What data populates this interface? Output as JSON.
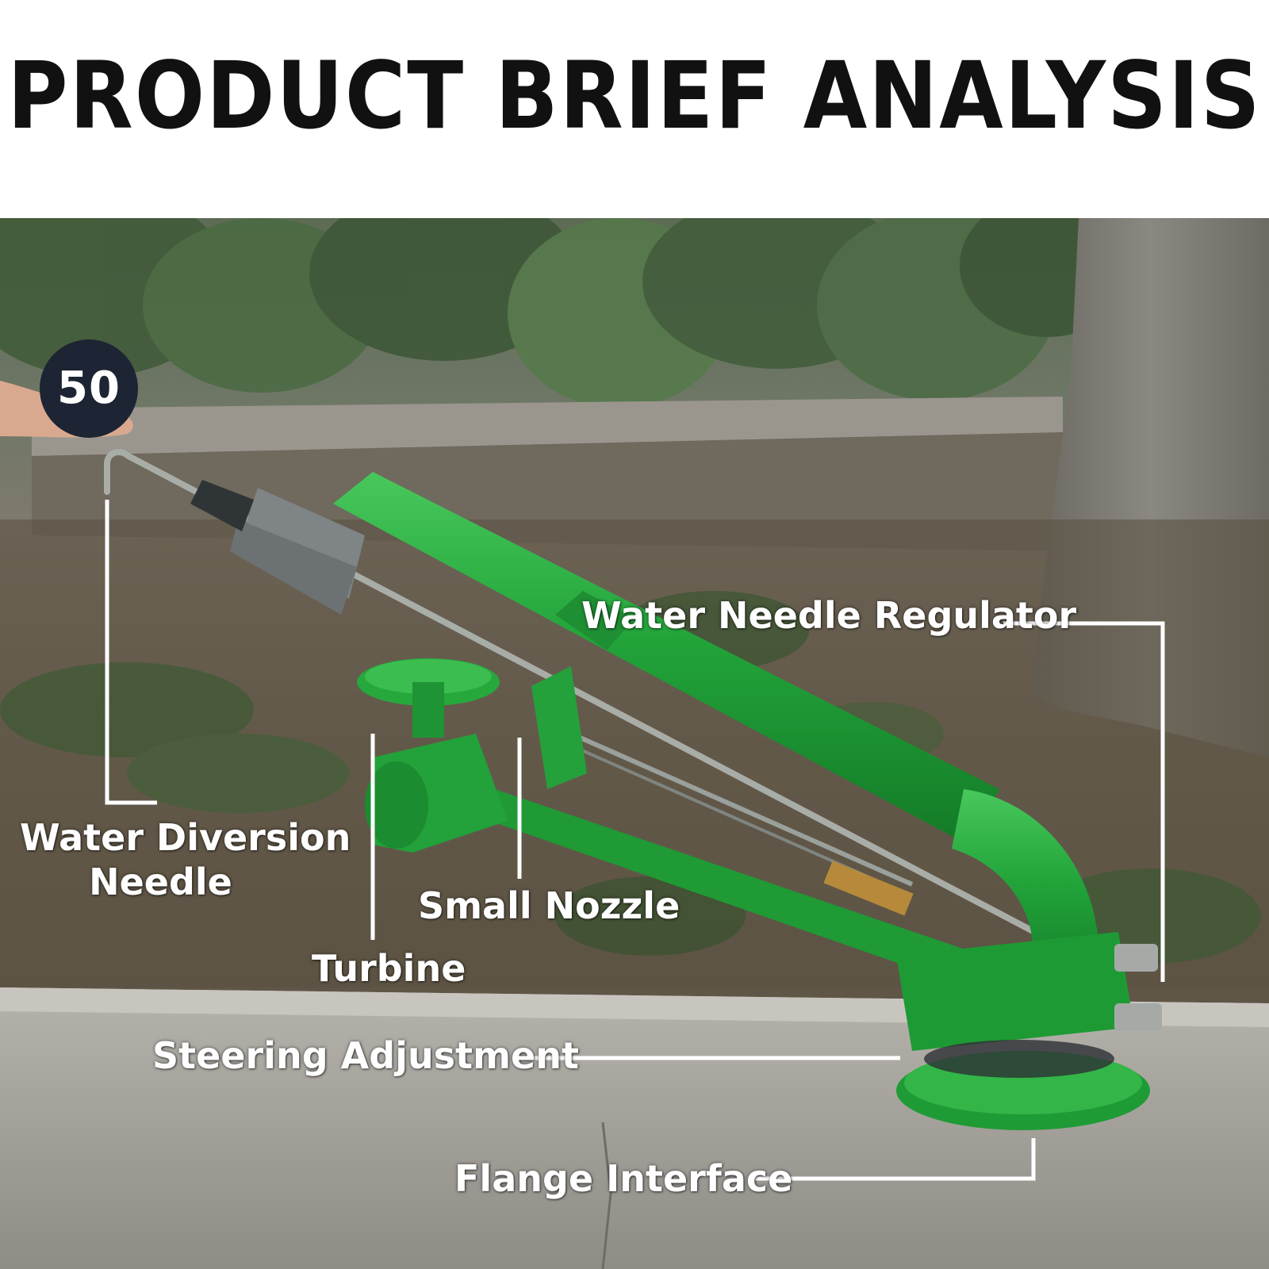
{
  "header": {
    "title": "PRODUCT BRIEF ANALYSIS"
  },
  "badge": {
    "value": "50"
  },
  "callouts": {
    "water_needle_regulator": "Water Needle Regulator",
    "water_diversion_needle_line1": "Water Diversion",
    "water_diversion_needle_line2": "Needle",
    "small_nozzle": "Small Nozzle",
    "turbine": "Turbine",
    "steering_adjustment": "Steering Adjustment",
    "flange_interface": "Flange Interface"
  },
  "colors": {
    "sprinkler_green": "#22a43a",
    "badge_navy": "#1d2433",
    "title_black": "#111111",
    "callout_white": "#ffffff"
  }
}
